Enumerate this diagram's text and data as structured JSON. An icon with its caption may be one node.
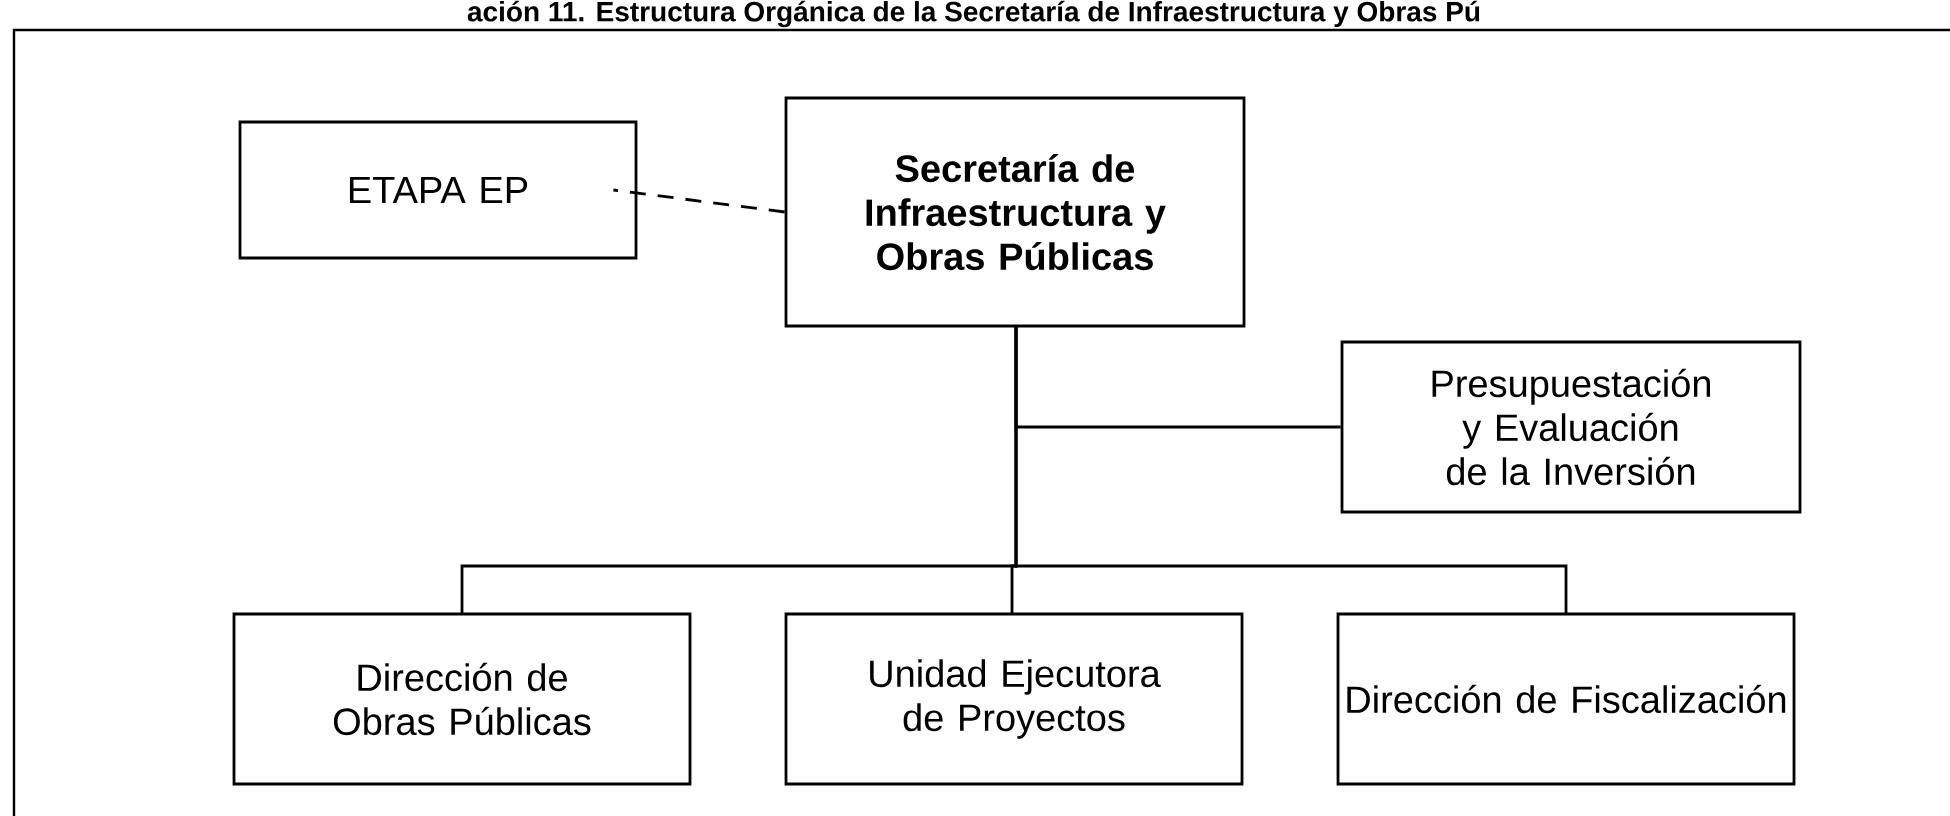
{
  "diagram": {
    "title": "ación 11. Estructura Orgánica de la Secretaría de Infraestructura y Obras Pú",
    "nodes": [
      {
        "text": [
          "ETAPA EP"
        ]
      },
      {
        "text": [
          "Secretaría de Infraestructura y Obras Públicas"
        ]
      },
      {
        "text": [
          "Presupuestación y Evaluación de la Inversión"
        ]
      },
      {
        "text": [
          "Dirección de Obras Públicas"
        ]
      },
      {
        "text": [
          "Unidad Ejecutora de Proyectos"
        ]
      },
      {
        "text": [
          "Dirección de Fiscalización"
        ]
      }
    ],
    "edges": [
      {
        "from": 1,
        "to": 0,
        "arrow": "none",
        "style": "dashed"
      },
      {
        "from": 1,
        "to": 2,
        "arrow": "none"
      },
      {
        "from": 1,
        "to": 3,
        "arrow": "none"
      },
      {
        "from": 1,
        "to": 4,
        "arrow": "none"
      },
      {
        "from": 1,
        "to": 5,
        "arrow": "none"
      }
    ]
  }
}
